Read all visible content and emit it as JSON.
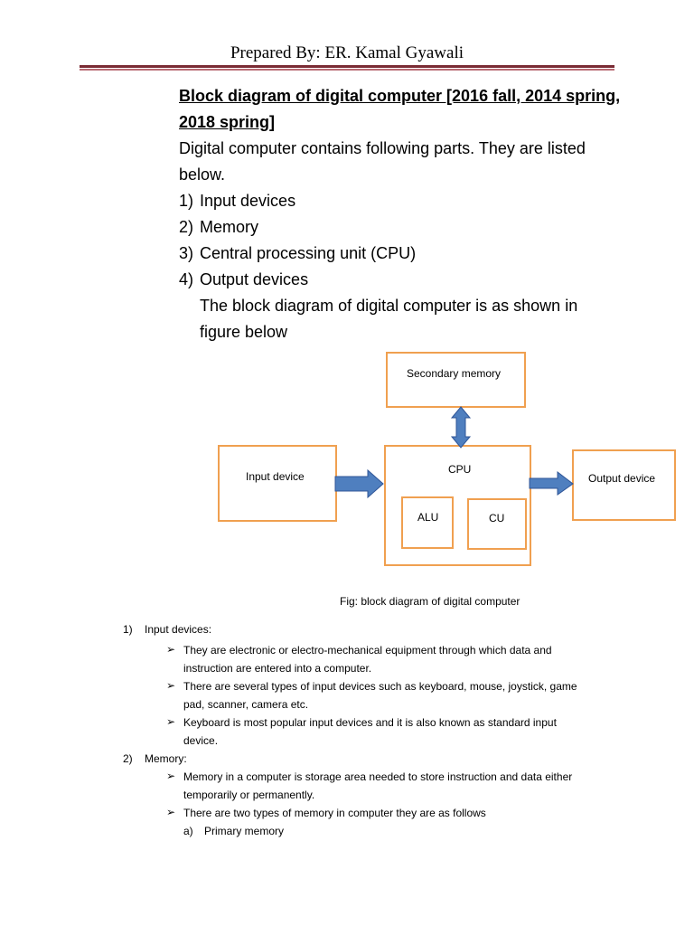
{
  "header": {
    "title": "Prepared By: ER. Kamal Gyawali"
  },
  "heading": {
    "line1": "Block diagram of digital computer [2016 fall, 2014 spring,",
    "line2": "2018 spring]"
  },
  "intro": {
    "line1": "Digital computer contains following parts. They are listed",
    "line2": "below."
  },
  "parts": [
    {
      "num": "1)",
      "label": "Input devices"
    },
    {
      "num": "2)",
      "label": "Memory"
    },
    {
      "num": "3)",
      "label": "Central processing unit (CPU)"
    },
    {
      "num": "4)",
      "label": "Output devices"
    }
  ],
  "diagram_intro": {
    "line1": "The block diagram of digital computer is as shown in",
    "line2": "figure below"
  },
  "diagram": {
    "secondary_memory": "Secondary memory",
    "input_device": "Input device",
    "cpu": "CPU",
    "alu": "ALU",
    "cu": "CU",
    "output_device": "Output device",
    "box_color": "#f0a050",
    "arrow_color": "#4f7fbf",
    "arrow_stroke": "#2f5597"
  },
  "caption": "Fig: block diagram of digital computer",
  "sections": [
    {
      "num": "1)",
      "title": "Input devices:",
      "bullets": [
        [
          "They are electronic or electro-mechanical equipment through which data and",
          "instruction are entered into a computer."
        ],
        [
          "There are several types of input devices such as keyboard, mouse, joystick, game",
          "pad, scanner, camera etc."
        ],
        [
          "Keyboard is most popular input devices and it is also known as standard input",
          "device."
        ]
      ]
    },
    {
      "num": "2)",
      "title": "Memory:",
      "bullets": [
        [
          "Memory in a computer is storage area needed to store instruction and data either",
          "temporarily or permanently."
        ],
        [
          "There are two types of memory in computer they are as follows"
        ]
      ],
      "sub": {
        "num": "a)",
        "label": "Primary memory"
      }
    }
  ],
  "bullet_glyph": "➢"
}
